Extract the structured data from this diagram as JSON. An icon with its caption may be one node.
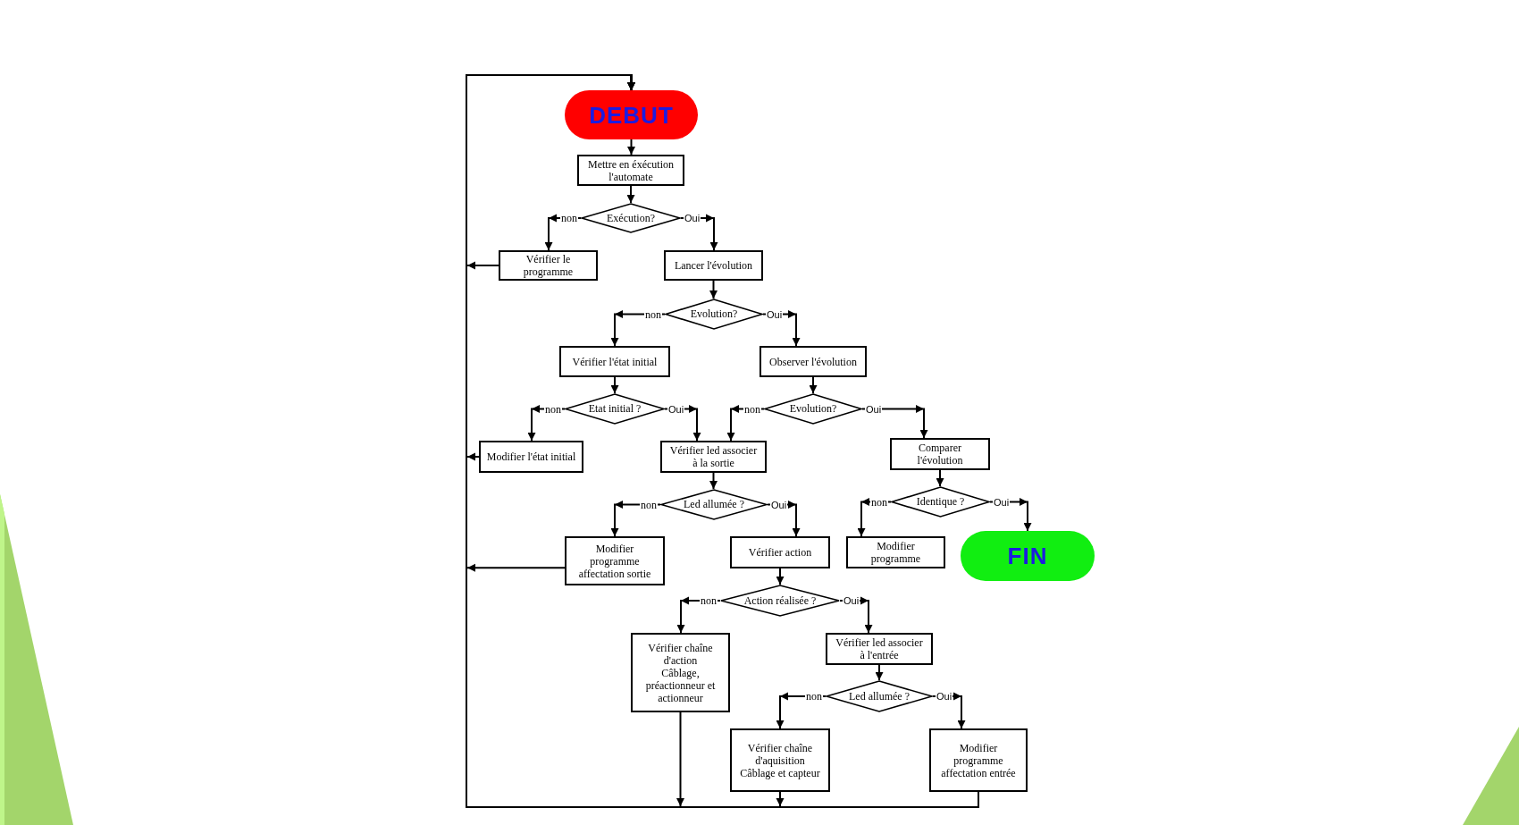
{
  "diagram": {
    "nodes": [
      {
        "text": [
          "DEBUT"
        ]
      },
      {
        "text": [
          "Mettre en éxécution l'automate"
        ]
      },
      {
        "text": [
          "Exécution?"
        ]
      },
      {
        "text": [
          "Vérifier le programme"
        ]
      },
      {
        "text": [
          "Lancer l'évolution"
        ]
      },
      {
        "text": [
          "Evolution?"
        ]
      },
      {
        "text": [
          "Vérifier l'état initial"
        ]
      },
      {
        "text": [
          "Observer l'évolution"
        ]
      },
      {
        "text": [
          "Etat initial ?"
        ]
      },
      {
        "text": [
          "Evolution?"
        ]
      },
      {
        "text": [
          "Modifier l'état initial"
        ]
      },
      {
        "text": [
          "Vérifier led associer à la sortie"
        ]
      },
      {
        "text": [
          "Comparer l'évolution"
        ]
      },
      {
        "text": [
          "Led allumée ?"
        ]
      },
      {
        "text": [
          "Identique ?"
        ]
      },
      {
        "text": [
          "Modifier programme affectation sortie"
        ]
      },
      {
        "text": [
          "Vérifier action"
        ]
      },
      {
        "text": [
          "Modifier programme"
        ]
      },
      {
        "text": [
          "FIN"
        ]
      },
      {
        "text": [
          "Action réalisée ?"
        ]
      },
      {
        "text": [
          "Vérifier chaîne d'action",
          "Câblage, préactionneur et actionneur"
        ]
      },
      {
        "text": [
          "Vérifier led associer à l'entrée"
        ]
      },
      {
        "text": [
          "Led allumée ?"
        ]
      },
      {
        "text": [
          "Vérifier chaîne d'aquisition",
          "Câblage et capteur"
        ]
      },
      {
        "text": [
          "Modifier programme affectation entrée"
        ]
      }
    ],
    "edges": [
      {
        "from": 0,
        "to": 1,
        "arrow": "to"
      },
      {
        "from": 1,
        "to": 2,
        "arrow": "to"
      },
      {
        "from": 2,
        "to": 3,
        "arrow": "to",
        "label": "non"
      },
      {
        "from": 2,
        "to": 4,
        "arrow": "to",
        "label": "Oui"
      },
      {
        "from": 4,
        "to": 5,
        "arrow": "to"
      },
      {
        "from": 5,
        "to": 6,
        "arrow": "to",
        "label": "non"
      },
      {
        "from": 5,
        "to": 7,
        "arrow": "to",
        "label": "Oui"
      },
      {
        "from": 6,
        "to": 8,
        "arrow": "to"
      },
      {
        "from": 7,
        "to": 9,
        "arrow": "to"
      },
      {
        "from": 8,
        "to": 10,
        "arrow": "to",
        "label": "non"
      },
      {
        "from": 8,
        "to": 11,
        "arrow": "to",
        "label": "Oui"
      },
      {
        "from": 9,
        "to": 11,
        "arrow": "to",
        "label": "non"
      },
      {
        "from": 9,
        "to": 12,
        "arrow": "to",
        "label": "Oui"
      },
      {
        "from": 11,
        "to": 13,
        "arrow": "to"
      },
      {
        "from": 12,
        "to": 14,
        "arrow": "to"
      },
      {
        "from": 13,
        "to": 15,
        "arrow": "to",
        "label": "non"
      },
      {
        "from": 13,
        "to": 16,
        "arrow": "to",
        "label": "Oui"
      },
      {
        "from": 14,
        "to": 17,
        "arrow": "to",
        "label": "non"
      },
      {
        "from": 14,
        "to": 18,
        "arrow": "to",
        "label": "Oui"
      },
      {
        "from": 16,
        "to": 19,
        "arrow": "to"
      },
      {
        "from": 19,
        "to": 20,
        "arrow": "to",
        "label": "non"
      },
      {
        "from": 19,
        "to": 21,
        "arrow": "to",
        "label": "Oui"
      },
      {
        "from": 21,
        "to": 22,
        "arrow": "to"
      },
      {
        "from": 22,
        "to": 23,
        "arrow": "to",
        "label": "non"
      },
      {
        "from": 22,
        "to": 24,
        "arrow": "to",
        "label": "Oui"
      },
      {
        "from": 3,
        "to": 0,
        "arrow": "to"
      },
      {
        "from": 10,
        "to": 0,
        "arrow": "to"
      },
      {
        "from": 15,
        "to": 0,
        "arrow": "to"
      },
      {
        "from": 20,
        "to": 0,
        "arrow": "to"
      },
      {
        "from": 23,
        "to": 0,
        "arrow": "to"
      },
      {
        "from": 24,
        "to": 0,
        "arrow": "to"
      }
    ]
  }
}
